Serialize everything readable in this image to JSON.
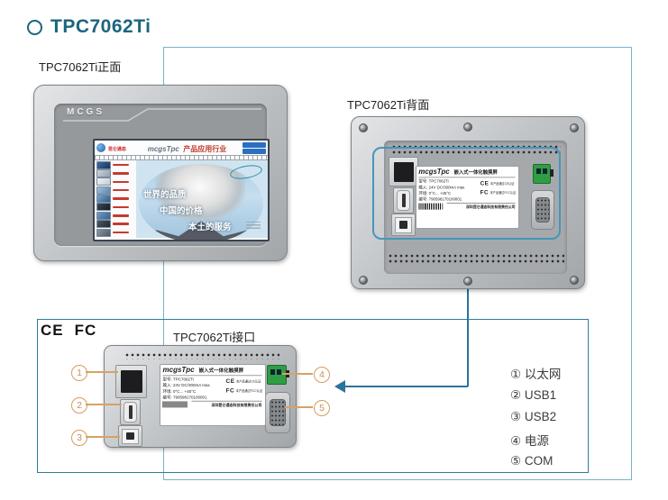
{
  "page": {
    "title": "TPC7062Ti"
  },
  "sections": {
    "front_label": "TPC7062Ti正面",
    "back_label": "TPC7062Ti背面",
    "interface_label": "TPC7062Ti接口"
  },
  "front_device": {
    "brand": "MCGS",
    "screen": {
      "logo_text": "昆仑通态",
      "title_brand": "mcgsTpc",
      "title_suffix": "产品应用行业",
      "slogan_line1": "世界的品质",
      "slogan_line2": "中国的价格",
      "slogan_line3": "本土的服务"
    }
  },
  "device_label": {
    "brand": "mcgsTpc",
    "product": "嵌入式一体化触摸屏",
    "model_row": "型号: TPC7062Ti",
    "input_row": "输入: 24V DC/300mA max",
    "env_row": "环境: 0°C... +45°C",
    "serial_row": "编号: 790598170100001",
    "ce_mark": "CE",
    "ce_note": "本产品通过CE认证",
    "fcc_mark": "FC",
    "fcc_note": "本产品通过FCC认证",
    "company": "深圳昆仑通态科技有限责任公司"
  },
  "marks": {
    "ce": "CE",
    "fcc": "FC"
  },
  "callouts": [
    "1",
    "2",
    "3",
    "4",
    "5"
  ],
  "legend": {
    "items": [
      "① 以太网",
      "② USB1",
      "③ USB2",
      "④ 电源",
      "⑤ COM"
    ]
  },
  "colors": {
    "title_teal": "#1c657f",
    "box_outer": "#79b1cc",
    "box_legend": "#2f7c9c",
    "highlight_box": "#4596ba",
    "arrow": "#2a739b",
    "callout_tan": "#d49e5e",
    "screen_blue": "#cfe4f0",
    "power_green": "#2f9e43"
  }
}
